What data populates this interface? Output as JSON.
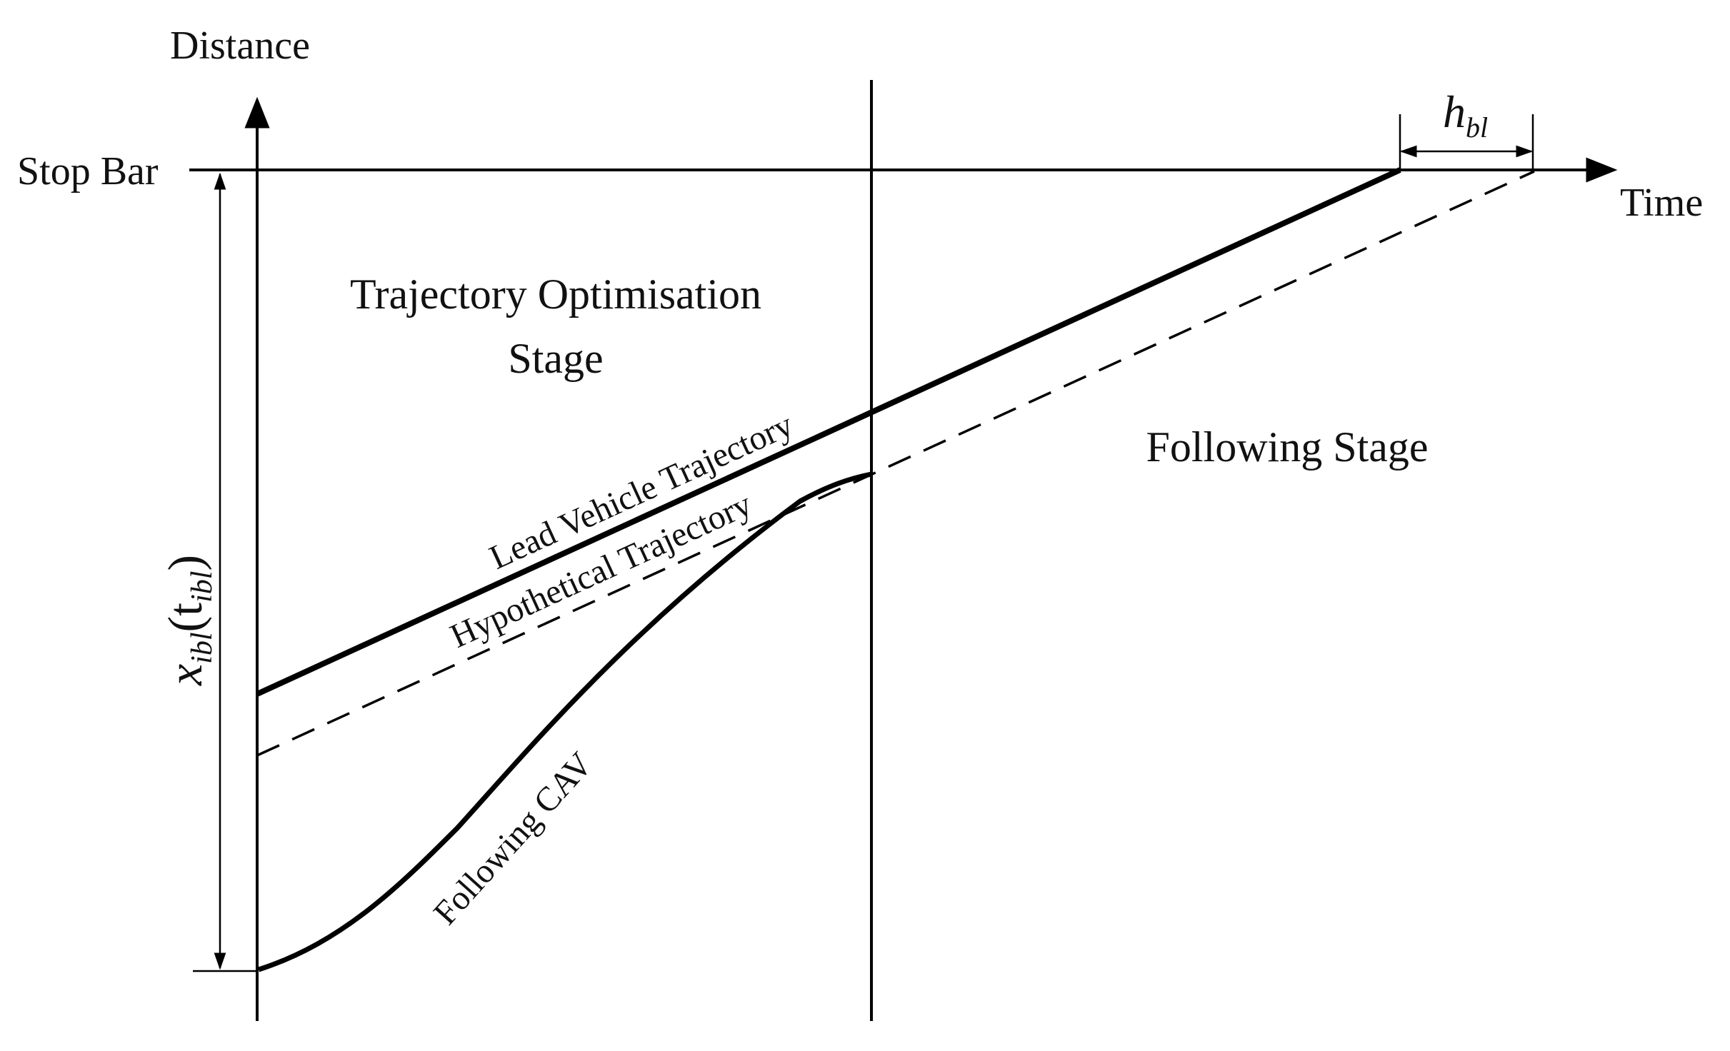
{
  "labels": {
    "y_axis": "Distance",
    "x_axis": "Time",
    "stop_bar": "Stop Bar",
    "stage1_line1": "Trajectory Optimisation",
    "stage1_line2": "Stage",
    "stage2": "Following Stage",
    "lead": "Lead Vehicle Trajectory",
    "hypothetical": "Hypothetical Trajectory",
    "following": "Following CAV",
    "xibl": "x",
    "xibl_sub": "ibl",
    "xibl_open": "(t",
    "xibl_t_sub": "ibl",
    "xibl_close": ")",
    "hbl": "h",
    "hbl_sub": "bl"
  },
  "colors": {
    "line": "#000000",
    "background": "#ffffff"
  }
}
